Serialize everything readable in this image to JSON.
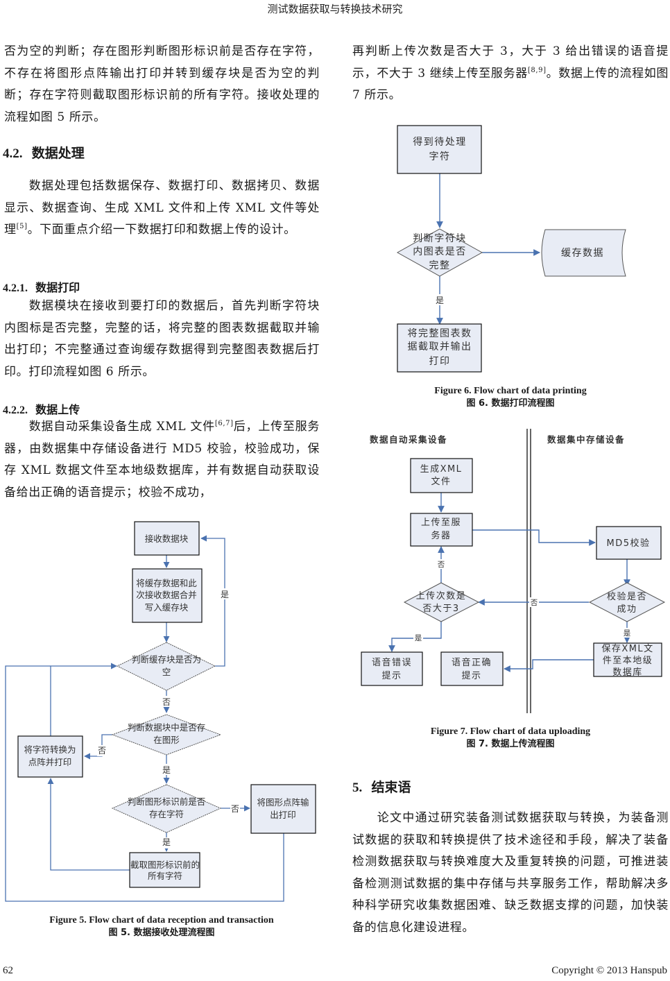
{
  "running_head": "测试数据获取与转换技术研究",
  "left": {
    "para1": "否为空的判断；存在图形判断图形标识前是否存在字符，不存在将图形点阵输出打印并转到缓存块是否为空的判断；存在字符则截取图形标识前的所有字符。接收处理的流程如图 5 所示。",
    "sec_4_2": {
      "num": "4.2.",
      "title": "数据处理"
    },
    "para2_a": "数据处理包括数据保存、数据打印、数据拷贝、数据显示、数据查询、生成 XML 文件和上传 XML 文件等处理",
    "para2_ref": "[5]",
    "para2_b": "。下面重点介绍一下数据打印和数据上传的设计。",
    "sec_4_2_1": {
      "num": "4.2.1.",
      "title": "数据打印"
    },
    "para3": "数据模块在接收到要打印的数据后，首先判断字符块内图标是否完整，完整的话，将完整的图表数据截取并输出打印；不完整通过查询缓存数据得到完整图表数据后打印。打印流程如图 6 所示。",
    "sec_4_2_2": {
      "num": "4.2.2.",
      "title": "数据上传"
    },
    "para4_a": "数据自动采集设备生成 XML 文件",
    "para4_ref": "[6,7]",
    "para4_b": "后，上传至服务器，由数据集中存储设备进行 MD5 校验，校验成功，保存 XML 数据文件至本地级数据库，并有数据自动获取设备给出正确的语音提示；校验不成功，"
  },
  "right": {
    "para1_a": "再判断上传次数是否大于 3，大于 3 给出错误的语音提示，不大于 3 继续上传至服务器",
    "para1_ref": "[8,9]",
    "para1_b": "。数据上传的流程如图 7 所示。",
    "sec_5": {
      "num": "5.",
      "title": "结束语"
    },
    "para2": "论文中通过研究装备测试数据获取与转换，为装备测试数据的获取和转换提供了技术途径和手段，解决了装备检测数据获取与转换难度大及重复转换的问题，可推进装备检测测试数据的集中存储与共享服务工作，帮助解决多种科学研究收集数据困难、缺乏数据支撑的问题，加快装备的信息化建设进程。"
  },
  "figure5": {
    "caption_en": "Figure 5. Flow chart of data reception and transaction",
    "caption_zh": "图 5.  数据接收处理流程图",
    "nodes": {
      "receive": [
        "接收数据块"
      ],
      "merge": [
        "将缓存数据和此",
        "次接收数据合并",
        "写入缓存块"
      ],
      "is_empty": [
        "判断缓存块是否为",
        "空"
      ],
      "has_graphic": [
        "判断数据块中是否存",
        "在图形"
      ],
      "to_dotmatrix": [
        "将字符转换为",
        "点阵并打印"
      ],
      "chars_before": [
        "判断图形标识前是否",
        "存在字符"
      ],
      "output_graphic": [
        "将图形点阵输",
        "出打印"
      ],
      "cut_chars": [
        "截取图形标识前的",
        "所有字符"
      ]
    },
    "labels": {
      "yes": "是",
      "no": "否"
    }
  },
  "figure6": {
    "caption_en": "Figure 6. Flow chart of data printing",
    "caption_zh": "图 6.  数据打印流程图",
    "nodes": {
      "get_chars": [
        "得到待处理",
        "字符"
      ],
      "check_complete": [
        "判断字符块",
        "内图表是否",
        "完整"
      ],
      "cache": [
        "缓存数据"
      ],
      "cut_print": [
        "将完整图表数",
        "据截取并输出",
        "打印"
      ]
    },
    "labels": {
      "yes": "是"
    }
  },
  "figure7": {
    "caption_en": "Figure 7. Flow chart of data uploading",
    "caption_zh": "图 7.  数据上传流程图",
    "lanes": [
      "数据自动采集设备",
      "数据集中存储设备"
    ],
    "nodes": {
      "gen_xml": [
        "生成XML",
        "文件"
      ],
      "upload": [
        "上传至服",
        "务器"
      ],
      "md5": [
        "MD5校验"
      ],
      "verify_ok": [
        "校验是否",
        "成功"
      ],
      "save_xml": [
        "保存XML文",
        "件至本地级",
        "数据库"
      ],
      "count_gt3": [
        "上传次数是",
        "否大于3"
      ],
      "voice_error": [
        "语音错误",
        "提示"
      ],
      "voice_ok": [
        "语音正确",
        "提示"
      ]
    },
    "labels": {
      "yes": "是",
      "no": "否"
    }
  },
  "footer": {
    "page_number": "62",
    "copyright": "Copyright © 2013 Hanspub"
  },
  "colors": {
    "box_fill": "#e8ecf5",
    "line": "#4a72b0",
    "border": "#111111"
  }
}
